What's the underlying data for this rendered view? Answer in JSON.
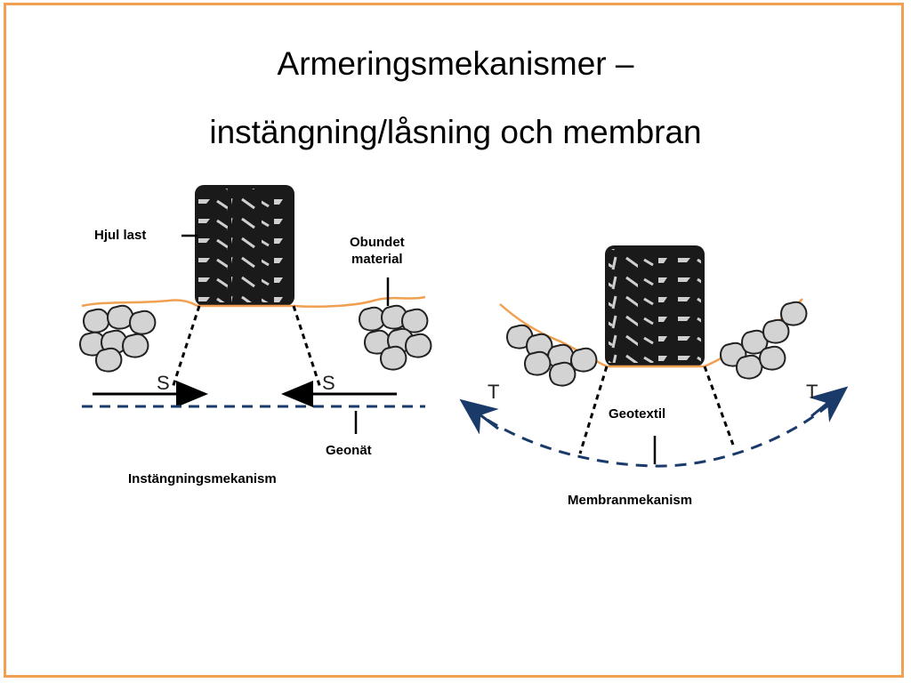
{
  "title_line1": "Armeringsmekanismer –",
  "title_line2": "instängning/låsning och membran",
  "left_diagram": {
    "wheel_label": "Hjul last",
    "material_label_line1": "Obundet",
    "material_label_line2": "material",
    "force_left": "S",
    "force_right": "S",
    "geogrid_label": "Geonät",
    "caption": "Instängningsmekanism"
  },
  "right_diagram": {
    "geotextile_label": "Geotextil",
    "tension_left": "T",
    "tension_right": "T",
    "caption": "Membranmekanism"
  },
  "colors": {
    "border": "#f0a050",
    "soil_line": "#f0a050",
    "geogrid": "#1a3a6a",
    "tire": "#1a1a1a"
  }
}
